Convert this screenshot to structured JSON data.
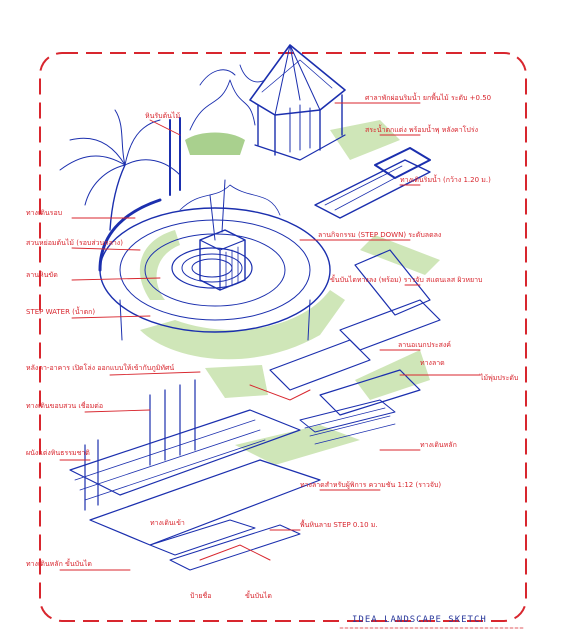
{
  "sheet": {
    "title": "IDEA LANDSCAPE SKETCH",
    "colors": {
      "ink_blue": "#1b2fae",
      "ink_red": "#d8262e",
      "fill_green": "#cfe6b8",
      "fill_green_dark": "#a9d08e",
      "paper": "#ffffff"
    }
  },
  "annotations": {
    "left": [
      "หินรับต้นไม้",
      "ทางเดินรอบ",
      "สวนหย่อมต้นไม้ (รอบส่วนกลาง)",
      "ลานหินขัด",
      "STEP WATER (น้ำตก)",
      "หลังคา-อาคาร เปิดโล่ง ออกแบบให้เข้ากับภูมิทัศน์",
      "ทางเดินขอบสวน เชื่อมต่อ",
      "ผนังแต่งหินธรรมชาติ",
      "ทางเดินหลัก ขั้นบันได"
    ],
    "right": [
      "ศาลาพักผ่อนริมน้ำ ยกพื้นไม้ ระดับ +0.50",
      "สระน้ำตกแต่ง พร้อมน้ำพุ หลังคาโปร่ง",
      "ทางเดินริมน้ำ (กว้าง 1.20 ม.)",
      "ลานกิจกรรม (STEP DOWN) ระดับลดลง",
      "ขั้นบันไดทางลง (พร้อม) ราวจับ สแตนเลส ผิวหยาบ",
      "ลานอเนกประสงค์",
      "ทางลาด",
      "ไม้พุ่มประดับ",
      "ทางเดินหลัก",
      "ทางลาดสำหรับผู้พิการ ความชัน 1:12 (ราวจับ)",
      "พื้นหินลาย STEP 0.10 ม."
    ],
    "bottom": [
      "ทางเดินเข้า",
      "ขั้นบันได",
      "ป้ายชื่อ"
    ]
  }
}
